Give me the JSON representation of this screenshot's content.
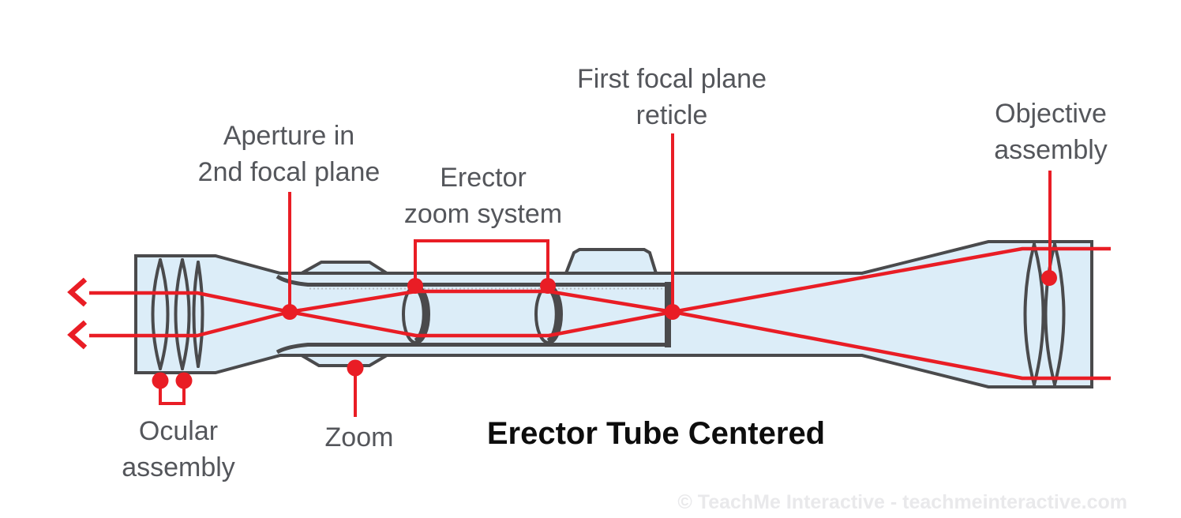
{
  "title": {
    "text": "Erector Tube Centered"
  },
  "watermark": {
    "text": "© TeachMe Interactive - teachmeinteractive.com"
  },
  "labels": {
    "ocular_assembly": "Ocular\nassembly",
    "zoom": "Zoom",
    "aperture_2nd_focal_plane": "Aperture in\n2nd focal plane",
    "erector_zoom_system": "Erector\nzoom system",
    "first_focal_plane_reticle": "First focal plane\nreticle",
    "objective_assembly": "Objective\nassembly"
  },
  "icons": {
    "exit_ray_arrows": "chevron-left"
  },
  "colors": {
    "accent_red": "#e91d25",
    "body_fill": "#dcedf8",
    "outline": "#4a4a4c",
    "label_gray": "#54565b",
    "title_black": "#0d0d0d",
    "watermark_gray": "#e9e9eb"
  }
}
